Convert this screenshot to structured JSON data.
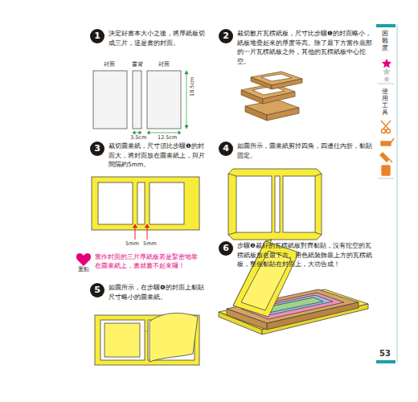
{
  "diagram": {
    "nodes": [
      {
        "text": [
          "1",
          "決定好書本大小之後，將厚紙板切成三片，這是書的封面。"
        ]
      },
      {
        "text": [
          "2",
          "裁切數片瓦楞紙板，尺寸比步驟❶的封面略小，紙板堆疊起來的厚度等高。除了最下方當作底部的一片瓦楞紙板之外，其他的瓦楞紙板中心挖空。"
        ]
      },
      {
        "text": [
          "3",
          "裁切圖畫紙，尺寸須比步驟❶的封面大，將封面放在圖畫紙上，與片間隔約5mm。"
        ]
      },
      {
        "text": [
          "4",
          "如圖所示，圖畫紙剪掉四角，四邊往內折，黏貼固定。"
        ]
      },
      {
        "text": [
          "6",
          "步驟❷裁好的瓦楞紙板對齊黏貼，沒有挖空的瓦楞紙板放在最下方。用色紙裝飾最上方的瓦楞紙板，整個黏貼在封面上，大功告成！"
        ]
      },
      {
        "text": [
          "5",
          "如圖所示，在步驟❹的封面上黏貼尺寸略小的圖畫紙。"
        ]
      }
    ],
    "labels": [
      "封面",
      "書背",
      "封面",
      "18.5cm",
      "3.5cm",
      "12.5cm",
      "5mm",
      "5mm",
      "重點",
      "當作封面的三片厚紙板若是緊密地靠在圖畫紙上，書就蓋不起來囉！",
      "困難度",
      "使用工具",
      "53"
    ]
  }
}
